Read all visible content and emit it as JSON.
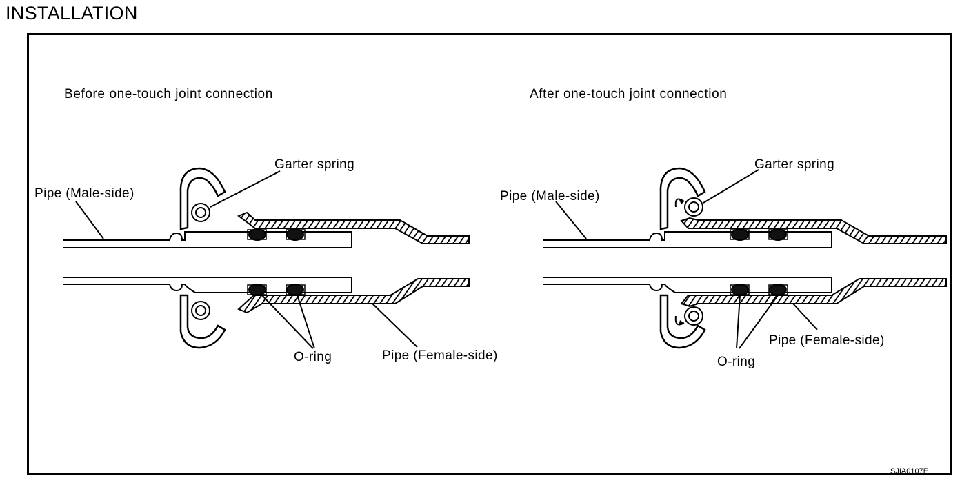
{
  "heading": "INSTALLATION",
  "before": {
    "caption": "Before one-touch joint connection",
    "labels": {
      "garter_spring": "Garter spring",
      "pipe_male": "Pipe (Male-side)",
      "o_ring": "O-ring",
      "pipe_female": "Pipe (Female-side)"
    }
  },
  "after": {
    "caption": "After one-touch joint connection",
    "labels": {
      "garter_spring": "Garter spring",
      "pipe_male": "Pipe (Male-side)",
      "o_ring": "O-ring",
      "pipe_female": "Pipe (Female-side)"
    }
  },
  "figure_code": "SJIA0107E"
}
